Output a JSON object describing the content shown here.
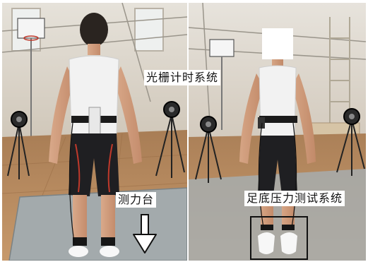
{
  "figure": {
    "labels": {
      "grating_timing_system": "光栅计时系统",
      "force_platform": "测力台",
      "plantar_pressure_system": "足底压力测试系统"
    },
    "panels": [
      {
        "id": "back-view",
        "view": "rear view of subject on force platform"
      },
      {
        "id": "front-view",
        "view": "front view of subject wearing plantar pressure insoles"
      }
    ],
    "colors": {
      "floor": "#b98a5e",
      "wall": "#d9d3c9",
      "platform": "#9fa6a8",
      "shirt": "#f2f2f2",
      "shorts": "#1f1f22",
      "annotation": "#111111"
    },
    "icons": [
      "down-arrow-icon",
      "circle-marker-icon",
      "rectangle-marker-icon"
    ]
  }
}
